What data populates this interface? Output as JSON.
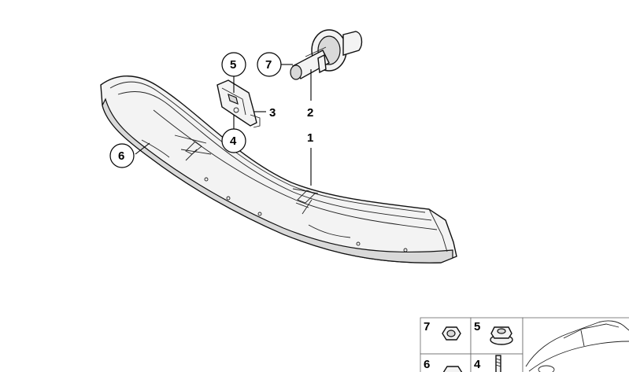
{
  "callouts": {
    "c1": "1",
    "c2": "2",
    "c3": "3",
    "c4": "4",
    "c5": "5",
    "c6": "6",
    "c7": "7"
  },
  "legend": {
    "cells": [
      {
        "label": "7",
        "icon": "nut-icon"
      },
      {
        "label": "5",
        "icon": "flange-nut-icon"
      },
      {
        "label": "6",
        "icon": "nut-icon"
      },
      {
        "label": "4",
        "icon": "stud-bolt-icon"
      }
    ],
    "thumbnail": "car-thumbnail-icon"
  }
}
